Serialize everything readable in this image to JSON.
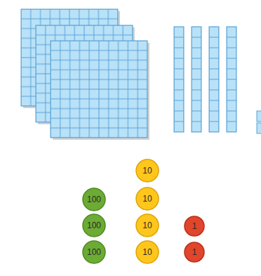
{
  "diagram": {
    "nodes": [
      {
        "text": [
          "100"
        ]
      },
      {
        "text": [
          "100"
        ]
      },
      {
        "text": [
          "100"
        ]
      },
      {
        "text": [
          "10"
        ]
      },
      {
        "text": [
          "10"
        ]
      },
      {
        "text": [
          "10"
        ]
      },
      {
        "text": [
          "10"
        ]
      },
      {
        "text": [
          "1"
        ]
      },
      {
        "text": [
          "1"
        ]
      }
    ]
  }
}
